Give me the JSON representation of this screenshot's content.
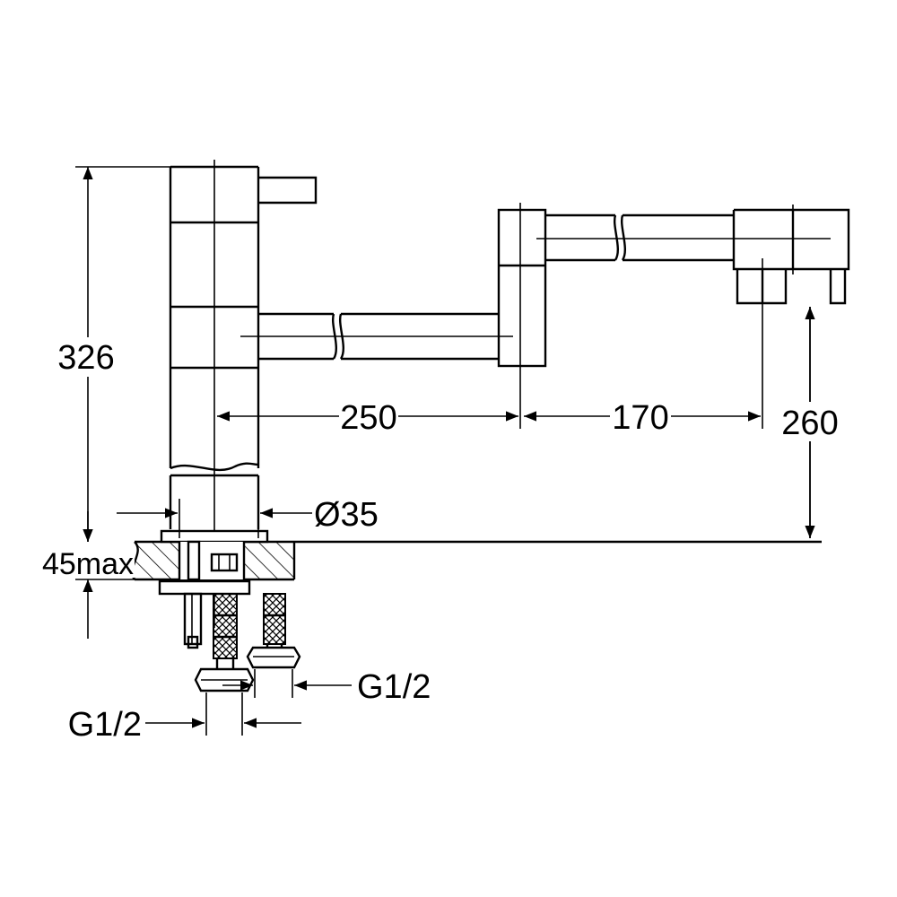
{
  "dimensions": {
    "overall_height": "326",
    "spout_reach_1": "250",
    "spout_reach_2": "170",
    "spout_height": "260",
    "base_diameter": "Ø35",
    "deck_thickness": "45max",
    "inlet_thread_left": "G1/2",
    "inlet_thread_right": "G1/2"
  },
  "colors": {
    "line": "#000000",
    "background": "#ffffff"
  }
}
